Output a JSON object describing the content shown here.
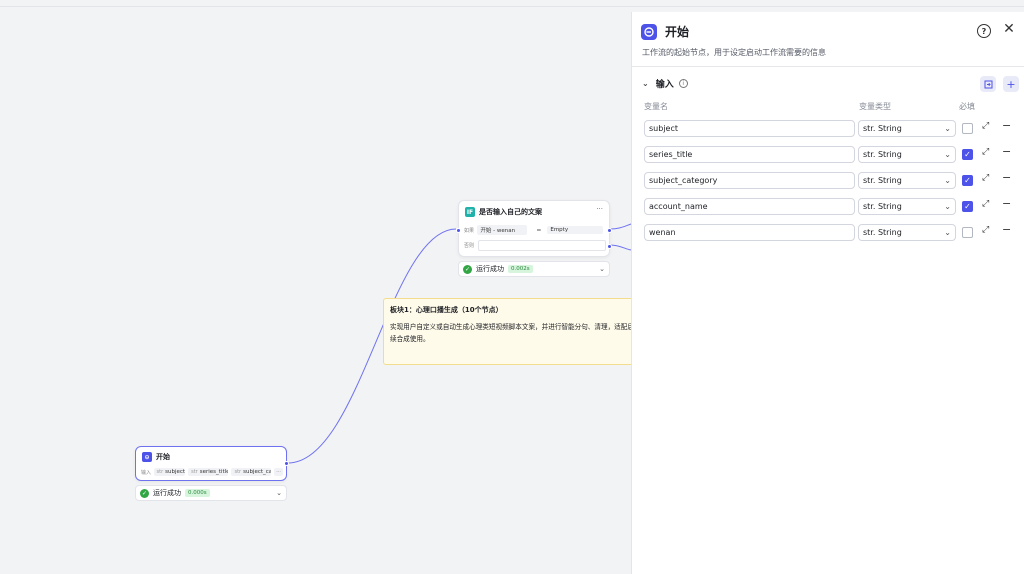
{
  "canvas": {
    "if_node": {
      "title": "是否输入自己的文案",
      "icon": "IF",
      "condition_label": "如果",
      "left_operand": "开始 - wenan",
      "operator": "=",
      "right_operand": "Empty",
      "else_label": "否则",
      "more": "···",
      "status": "运行成功",
      "time": "0.002s"
    },
    "start_node": {
      "title": "开始",
      "input_label": "输入",
      "tags": [
        "subject",
        "series_title",
        "subject_ca"
      ],
      "tag_prefix": "str",
      "status": "运行成功",
      "time": "0.000s"
    },
    "note": {
      "title": "板块1：心理口播生成（10个节点）",
      "body": "实现用户自定义或自动生成心理类短视频脚本文案，并进行智能分句、清理，适配后续合成使用。"
    }
  },
  "panel": {
    "title": "开始",
    "description": "工作流的起始节点，用于设定启动工作流需要的信息",
    "section": "输入",
    "col_name": "变量名",
    "col_type": "变量类型",
    "col_required": "必填",
    "inputs": [
      {
        "name": "subject",
        "type": "str. String",
        "required": false
      },
      {
        "name": "series_title",
        "type": "str. String",
        "required": true
      },
      {
        "name": "subject_category",
        "type": "str. String",
        "required": true
      },
      {
        "name": "account_name",
        "type": "str. String",
        "required": true
      },
      {
        "name": "wenan",
        "type": "str. String",
        "required": false
      }
    ]
  },
  "colors": {
    "accent": "#4d53e8",
    "success": "#32a645",
    "note_bg": "#fffbea",
    "if_icon": "#20b2aa"
  },
  "icons": [
    "start-icon",
    "if-icon",
    "help-icon",
    "close-icon",
    "info-icon",
    "import-icon",
    "add-icon",
    "expand-icon",
    "remove-icon",
    "check-circle-icon",
    "chevron-down-icon"
  ]
}
